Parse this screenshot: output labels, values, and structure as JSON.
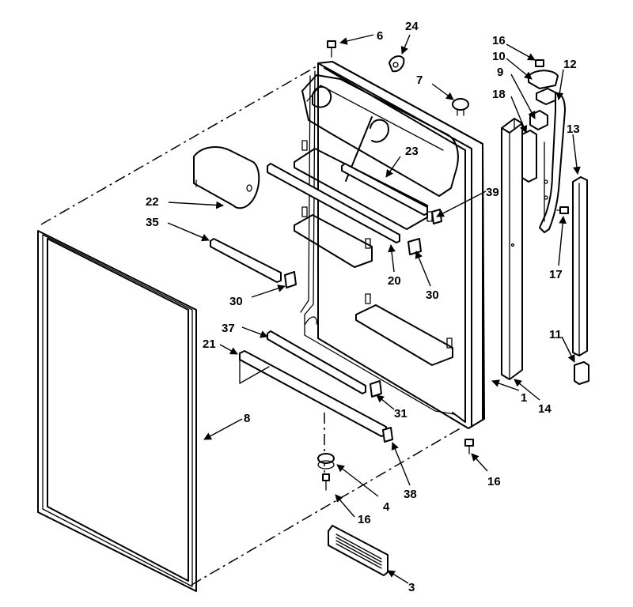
{
  "callouts": {
    "c1": "1",
    "c3": "3",
    "c4": "4",
    "c6": "6",
    "c7": "7",
    "c8": "8",
    "c9": "9",
    "c10": "10",
    "c11": "11",
    "c12": "12",
    "c13": "13",
    "c14": "14",
    "c16a": "16",
    "c16b": "16",
    "c16c": "16",
    "c17": "17",
    "c18": "18",
    "c20": "20",
    "c21": "21",
    "c22": "22",
    "c23": "23",
    "c24": "24",
    "c30a": "30",
    "c30b": "30",
    "c31": "31",
    "c35": "35",
    "c37": "37",
    "c38": "38",
    "c39": "39"
  }
}
